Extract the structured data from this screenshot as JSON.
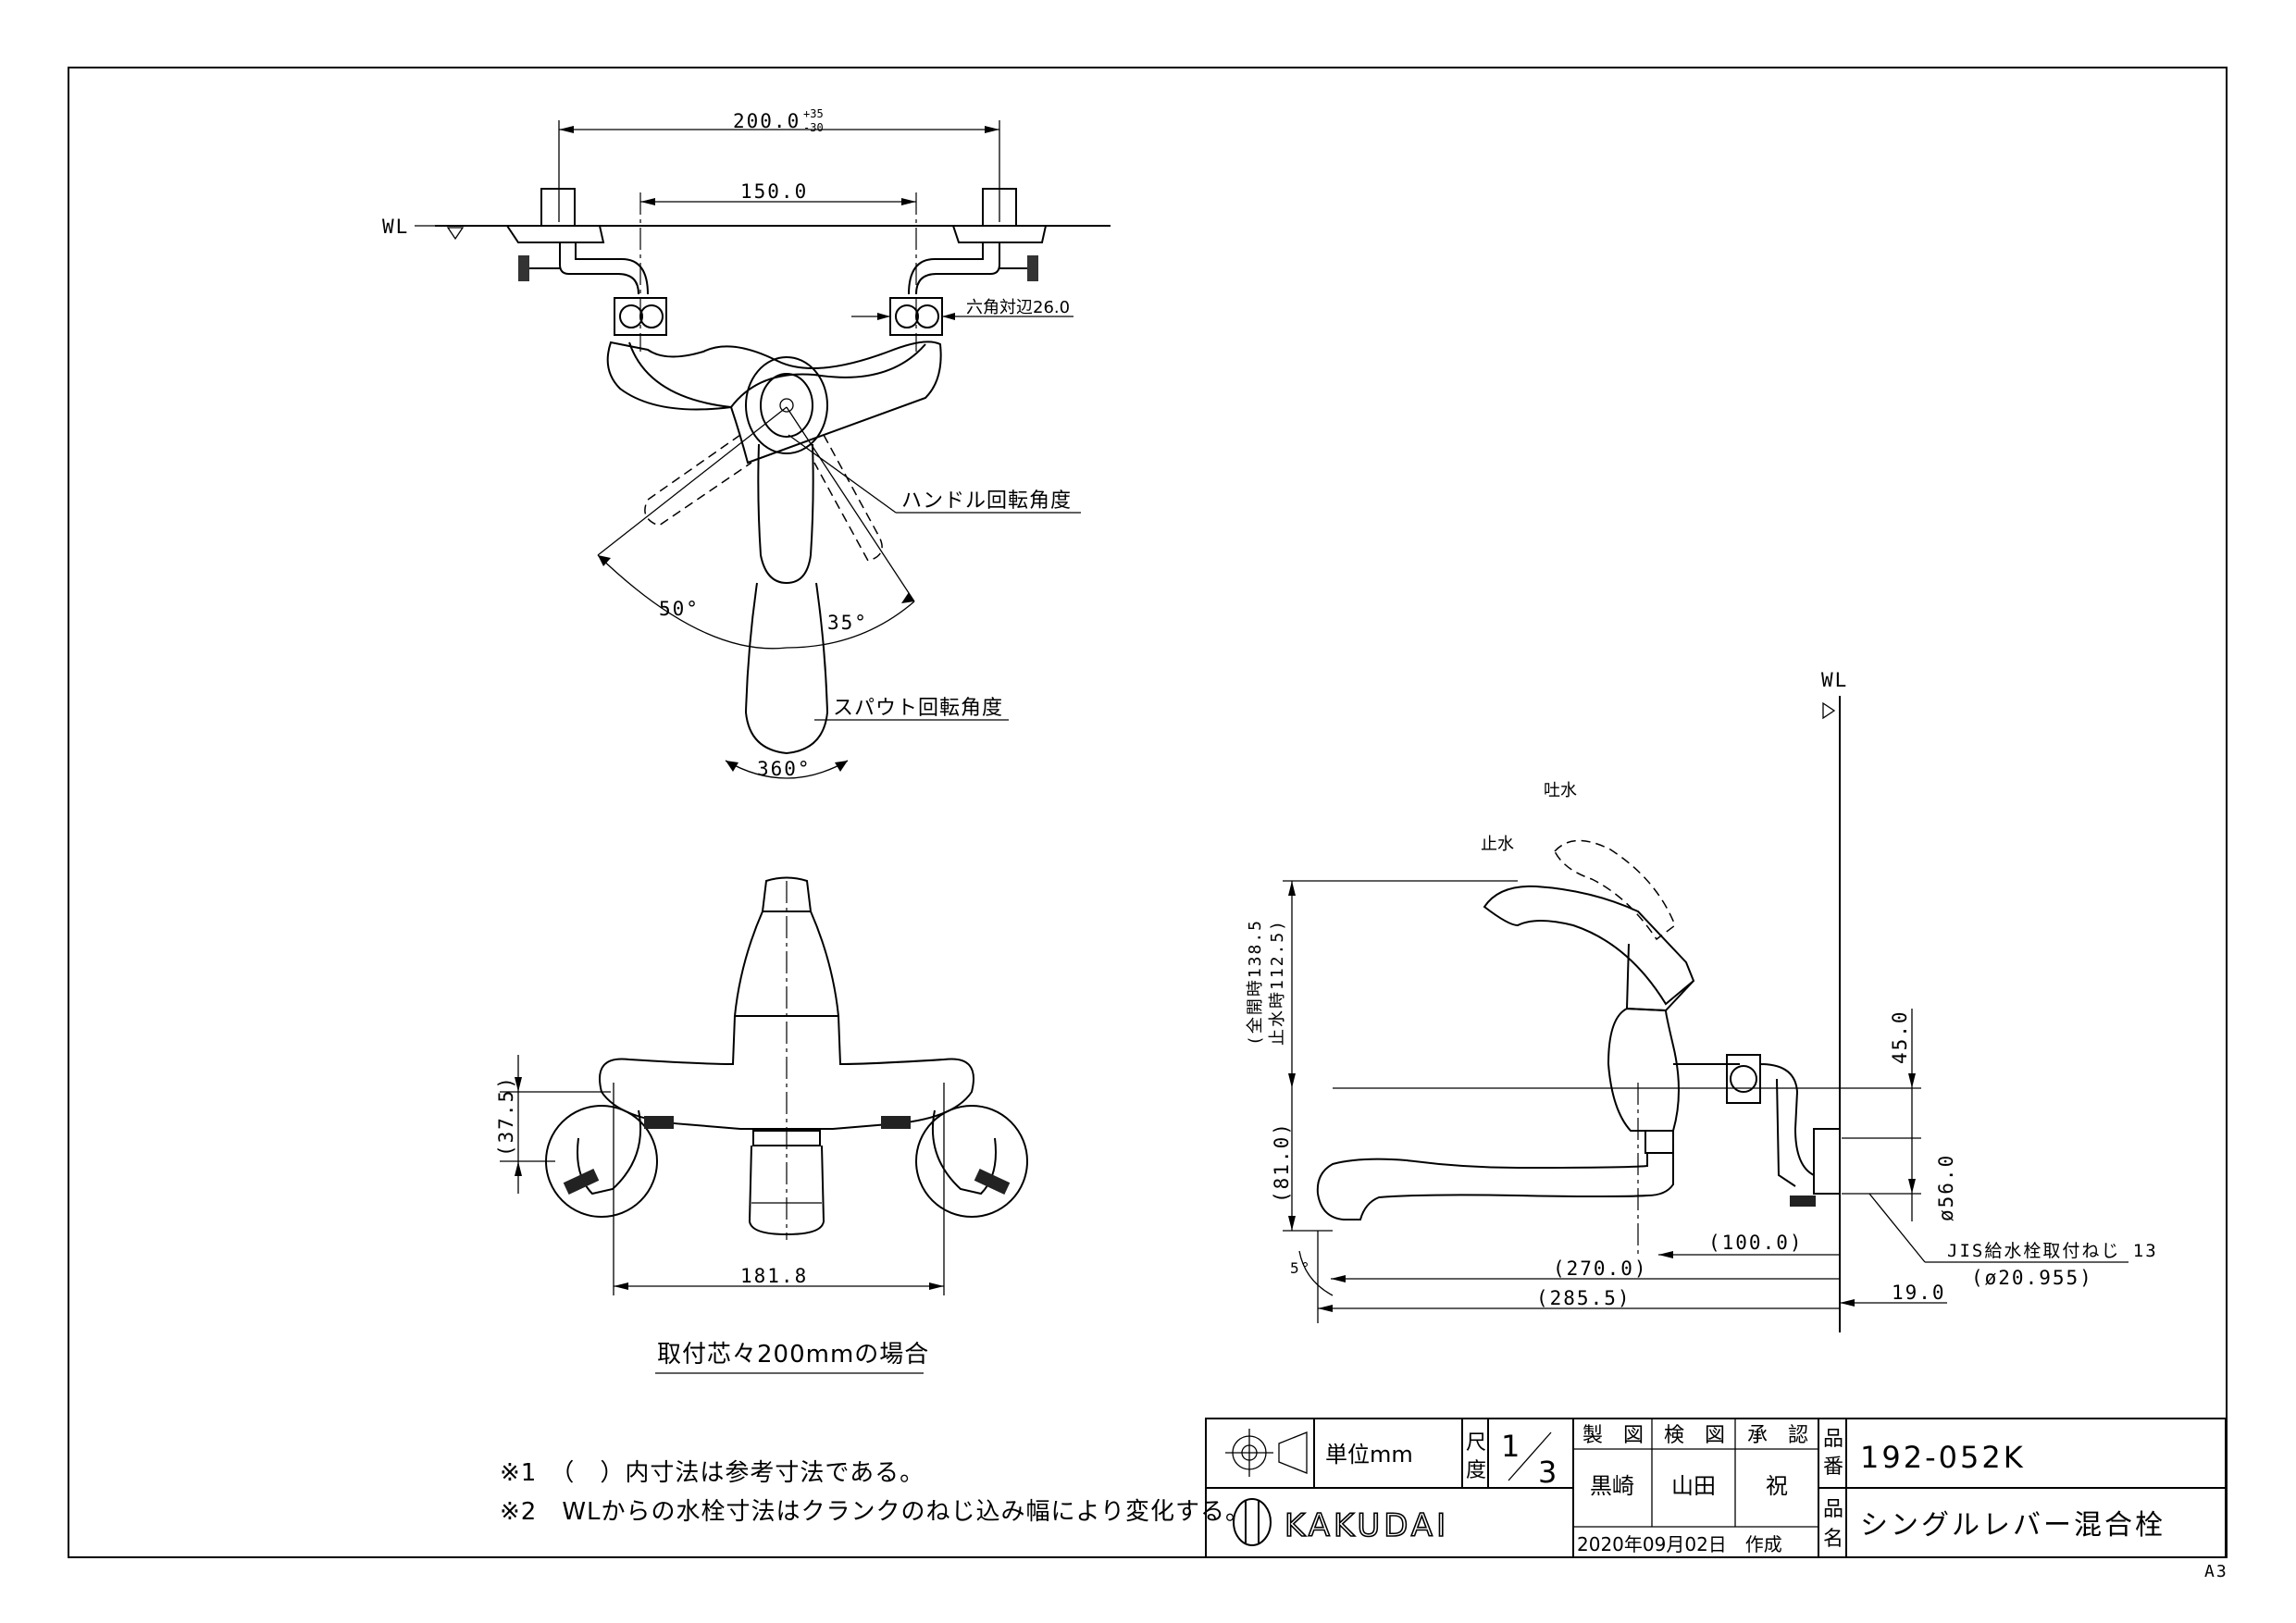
{
  "dimensions": {
    "top_width": "200.0",
    "top_tol_plus": "+35",
    "top_tol_minus": "-30",
    "center": "150.0",
    "hex": "六角対辺26.0",
    "wl_top": "WL",
    "wl_side": "WL",
    "handle_angle_label": "ハンドル回転角度",
    "angle_left": "50°",
    "angle_right": "35°",
    "spout_angle_label": "スパウト回転角度",
    "spout_angle": "360°",
    "front_width": "181.8",
    "front_drop": "(37.5)",
    "front_caption": "取付芯々200mmの場合",
    "open_label": "吐水",
    "closed_label": "止水",
    "height_full": "(全開時138.5",
    "height_closed": "止水時112.5)",
    "up_45": "45.0",
    "down_81": "(81.0)",
    "dia_56": "ø56.0",
    "d100": "(100.0)",
    "d270": "(270.0)",
    "d285": "(285.5)",
    "d19": "19.0",
    "angle5": "5°",
    "jis": "JIS給水栓取付ねじ 13",
    "jis_dia": "(ø20.955)"
  },
  "notes": {
    "note1": "※1　（　）内寸法は参考寸法である。",
    "note2": "※2　WLからの水栓寸法はクランクのねじ込み幅により変化する。"
  },
  "title_block": {
    "unit": "単位mm",
    "scale_label_1": "尺",
    "scale_label_2": "度",
    "scale_num": "1",
    "scale_den": "3",
    "made": "製　図",
    "checked": "検　図",
    "approved": "承　認",
    "made_by": "黒崎",
    "checked_by": "山田",
    "approved_by": "祝",
    "part_no_label_1": "品",
    "part_no_label_2": "番",
    "part_no": "192-052K",
    "part_name_label_1": "品",
    "part_name_label_2": "名",
    "part_name": "シングルレバー混合栓",
    "company": "KAKUDAI",
    "date": "2020年09月02日　作成",
    "sheet": "A3"
  }
}
